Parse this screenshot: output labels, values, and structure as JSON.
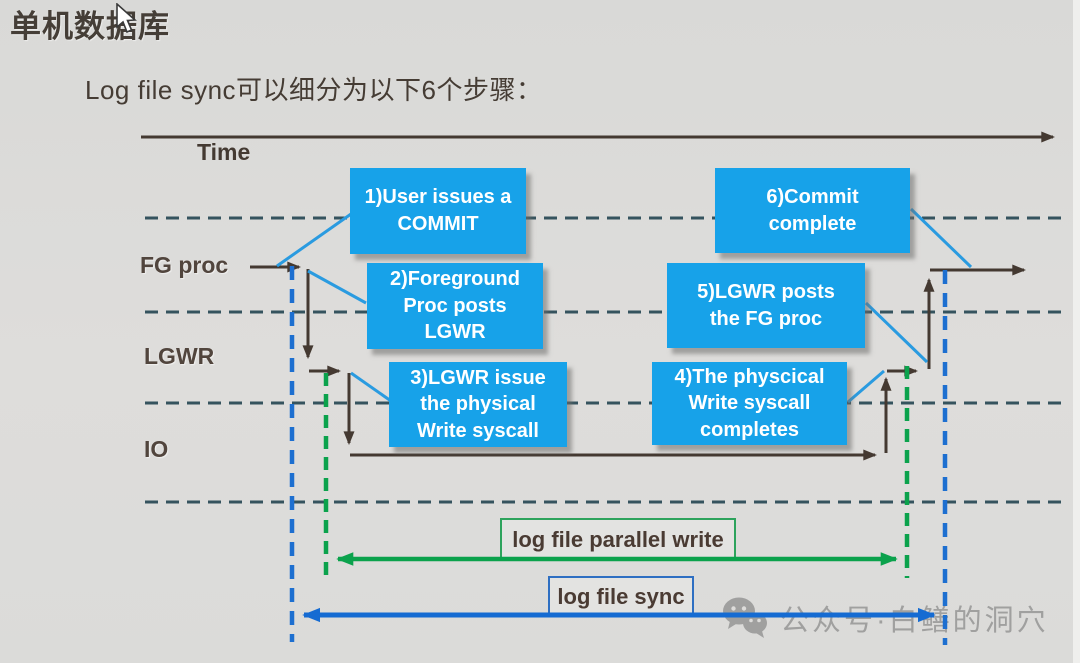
{
  "slide": {
    "title": "单机数据库",
    "subtitle": "Log file sync可以细分为以下6个步骤："
  },
  "timeline": {
    "axis_label": "Time",
    "lanes": [
      "FG proc",
      "LGWR",
      "IO"
    ]
  },
  "steps": [
    {
      "label": "1)User issues a\nCOMMIT"
    },
    {
      "label": "2)Foreground\nProc posts\nLGWR"
    },
    {
      "label": "3)LGWR issue\nthe physical\nWrite syscall"
    },
    {
      "label": "4)The physcical\nWrite syscall\ncompletes"
    },
    {
      "label": "5)LGWR posts\nthe FG proc"
    },
    {
      "label": "6)Commit\ncomplete"
    }
  ],
  "measures": {
    "parallel_write_label": "log file parallel write",
    "sync_label": "log file sync"
  },
  "watermark": {
    "icon": "wechat-icon",
    "text": "公众号·白鳝的洞穴"
  },
  "cursor": {
    "icon": "mouse-cursor-icon"
  },
  "colors": {
    "background": "#dcdcda",
    "step_box_blue": "#17a2e9",
    "dark_line": "#443931",
    "lane_dash": "#35535e",
    "blue_dashed_vertical": "#1d6fd0",
    "green_measure": "#0ba24c",
    "blue_measure": "#156bd2",
    "title_text": "#453e37",
    "watermark_gray": "#9b9b9b"
  }
}
